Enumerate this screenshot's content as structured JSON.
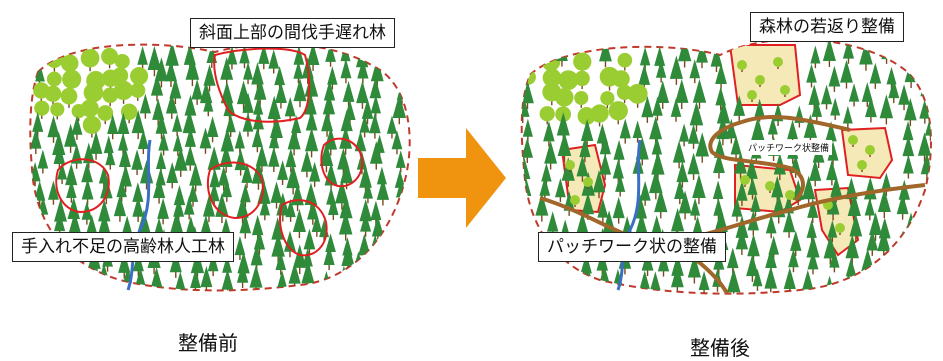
{
  "before": {
    "label_top": "斜面上部の間伐手遅れ林",
    "label_bottom": "手入れ不足の高齢林人工林",
    "caption": "整備前"
  },
  "after": {
    "label_top": "森林の若返り整備",
    "label_path": "パッチワーク状整備",
    "label_bottom": "パッチワーク状の整備",
    "caption": "整備後"
  },
  "colors": {
    "boundary": "#c0392b",
    "highlight": "#e02020",
    "conifer": "#2f8a3a",
    "broadleaf": "#9acd32",
    "trunk": "#7a4a1e",
    "arrow": "#f0940f",
    "stream": "#3a6fc4",
    "patch_fill": "#f6e9b8",
    "road": "#a0662a"
  }
}
